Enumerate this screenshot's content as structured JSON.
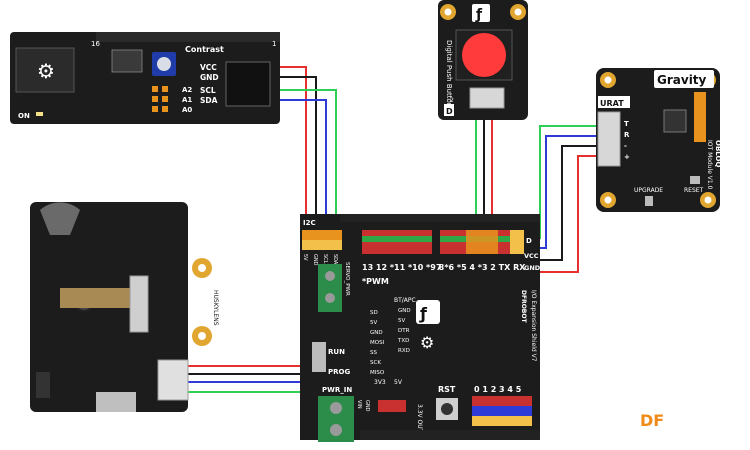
{
  "lcd": {
    "pin_header_left": "16",
    "pin_header_right": "1",
    "contrast_label": "Contrast",
    "pins": [
      "VCC",
      "GND",
      "SCL",
      "SDA"
    ],
    "address_pins": [
      "A2",
      "A1",
      "A0"
    ],
    "on_label": "ON"
  },
  "button": {
    "title": "Digital Push Button",
    "logo_glyph": "ƒ",
    "code_label": "D",
    "pin_label": "2"
  },
  "iot": {
    "brand": "Gravity",
    "side_label": "IOT Module V1.0",
    "side_label_top": "OBLOQ",
    "port_label": "URAT",
    "pins": [
      "T",
      "R",
      "-",
      "+"
    ],
    "upgrade_label": "UPGRADE",
    "reset_label": "RESET"
  },
  "camera": {
    "brand": "HUSKYLENS"
  },
  "shield": {
    "i2c_label": "I2C",
    "i2c_pins": [
      "5V",
      "GND",
      "SCL",
      "SDA"
    ],
    "servo_label": "SERVO_PWR",
    "pwm_label": "*PWM",
    "digital_top": "13 12 *11 *10 *9 8",
    "digital_top2": "7 *6 *5 4 *3 2 TX RX",
    "power_pins_left": [
      "SD",
      "5V",
      "GND",
      "MOSI",
      "SS",
      "SCK",
      "MISO"
    ],
    "power_pins_right": [
      "GND",
      "5V",
      "DTR",
      "TXD",
      "RXD"
    ],
    "bt_label": "BT/APC",
    "run_label": "RUN",
    "prog_label": "PROG",
    "pwr_in_label": "PWR_IN",
    "vin_label": "VIN",
    "gnd_label": "GND",
    "v3_label": "3V3",
    "v5_label": "5V",
    "out_label": "3.3V OUT",
    "rst_label": "RST",
    "analog_label": "0 1 2 3 4 5",
    "vcc_label": "VCC",
    "gnd_right_label": "GND",
    "d_label": "D",
    "title": "I/O Expansion Shield V7",
    "brand": "DFROBOT"
  },
  "watermark": "DF",
  "colors": {
    "wire_red": "#e53030",
    "wire_black": "#1a1a1a",
    "wire_green": "#2fcf55",
    "wire_blue": "#2e3bd6",
    "board_dark": "#1c1c1c",
    "header_orange": "#e8931e",
    "button_red": "#ff3b3b",
    "lcd_blue": "#1f3ca8",
    "watermark": "#f08a18"
  }
}
